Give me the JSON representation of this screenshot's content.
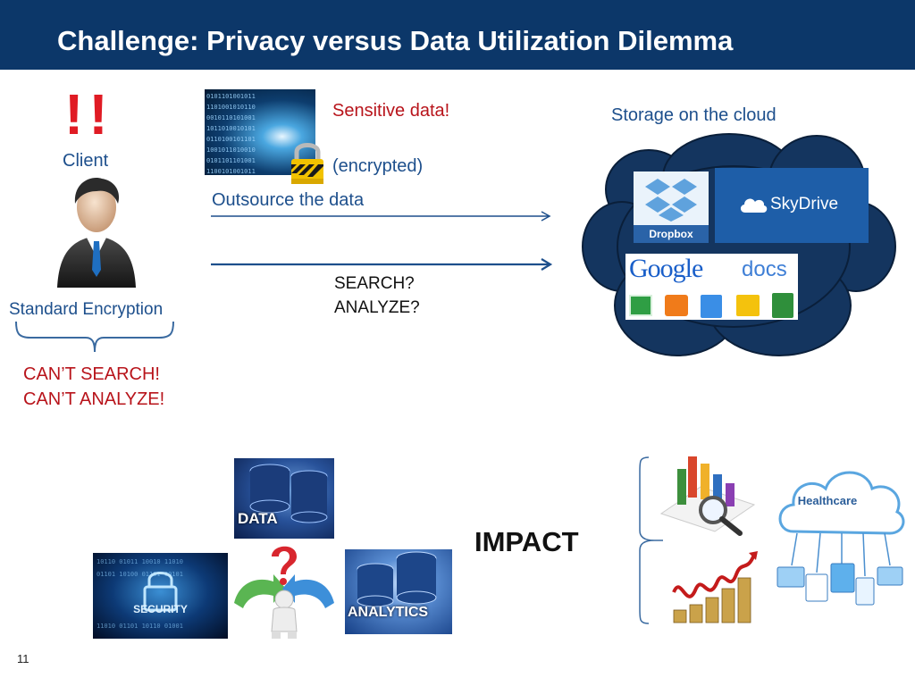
{
  "slide": {
    "title": "Challenge: Privacy versus Data Utilization Dilemma",
    "page_number": "11"
  },
  "client": {
    "exclamation": "!!",
    "label": "Client",
    "encryption_label": "Standard Encryption",
    "cant_search": "CAN’T SEARCH!",
    "cant_analyze": "CAN’T ANALYZE!"
  },
  "data_panel": {
    "sensitive_label": "Sensitive data!",
    "encrypted_label": "(encrypted)",
    "outsource_label": "Outsource the data",
    "search_label": "SEARCH?",
    "analyze_label": "ANALYZE?"
  },
  "cloud": {
    "label": "Storage on the cloud",
    "dropbox_label": "Dropbox",
    "skydrive_label": "SkyDrive",
    "google_label": "Google",
    "docs_label": "docs"
  },
  "bottom": {
    "data_tile_label": "DATA",
    "security_tile_label": "SECURITY",
    "analytics_tile_label": "ANALYTICS",
    "impact_label": "IMPACT",
    "healthcare_label": "Healthcare"
  },
  "colors": {
    "title_bar": "#0c3769",
    "cloud_fill": "#14355f",
    "accent_red": "#b8141b",
    "label_blue": "#1d4f8c"
  }
}
